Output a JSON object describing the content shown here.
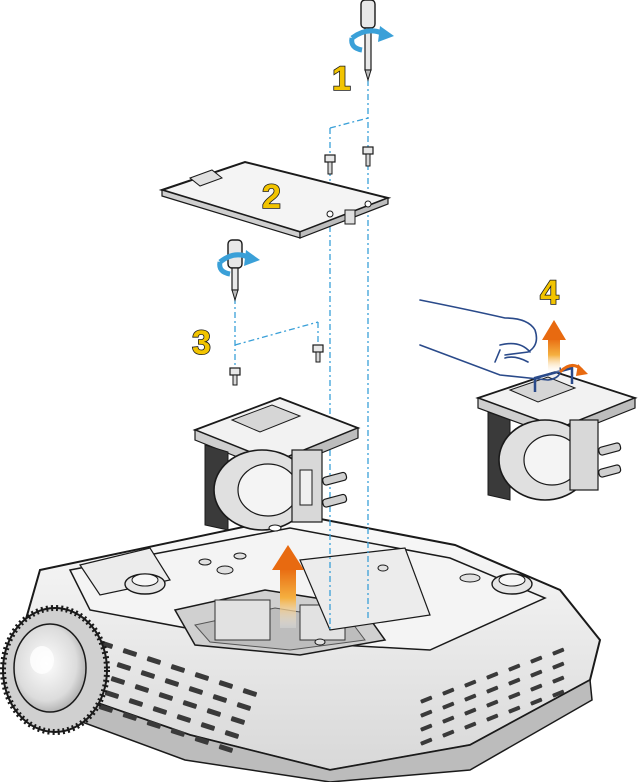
{
  "steps": [
    {
      "label": "1"
    },
    {
      "label": "2"
    },
    {
      "label": "3"
    },
    {
      "label": "4"
    }
  ],
  "colors": {
    "step_label_fill": "#f2c400",
    "rotate_arrow": "#3aa0d8",
    "guide_line": "#3aa0d8",
    "lift_arrow": "#f0a020",
    "outline": "#1a1a1a",
    "body_fill": "#f2f2f2",
    "shade": "#cfcfcf"
  },
  "icons": {
    "screwdriver": "screwdriver-icon",
    "rotate": "rotate-arrow-icon",
    "lift": "lift-arrow-icon",
    "hand": "hand-icon",
    "screw": "screw-icon"
  }
}
